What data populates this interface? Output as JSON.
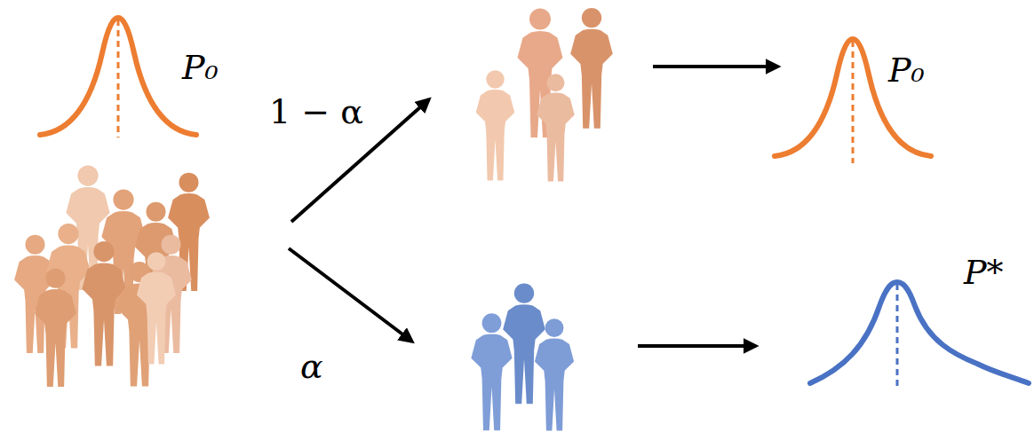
{
  "diagram": {
    "labels": [
      "P₀",
      "1 − α",
      "α",
      "P₀",
      "P*"
    ]
  }
}
